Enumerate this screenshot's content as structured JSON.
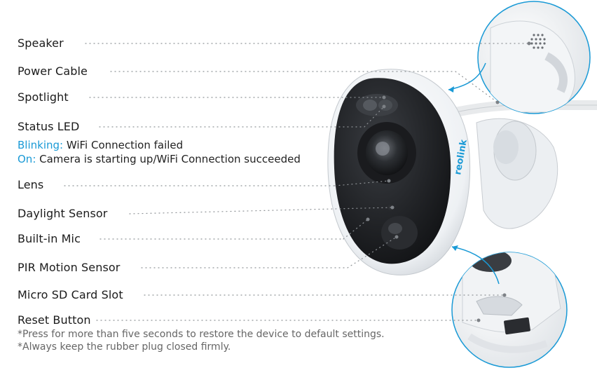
{
  "labels": {
    "speaker": "Speaker",
    "power_cable": "Power Cable",
    "spotlight": "Spotlight",
    "status_led": "Status LED",
    "lens": "Lens",
    "daylight_sensor": "Daylight Sensor",
    "builtin_mic": "Built-in Mic",
    "pir_sensor": "PIR Motion Sensor",
    "sd_slot": "Micro SD Card Slot",
    "reset_button": "Reset Button"
  },
  "status_led": {
    "blinking_key": "Blinking:",
    "blinking_text": " WiFi Connection failed",
    "on_key": "On:",
    "on_text": " Camera is starting up/WiFi Connection succeeded"
  },
  "notes": {
    "reset_1": "*Press for more than five seconds to restore the device to default settings.",
    "reset_2": "*Always keep the rubber plug closed firmly."
  },
  "brand": {
    "logo_text": "reolink",
    "accent_color": "#1a9ad6"
  }
}
